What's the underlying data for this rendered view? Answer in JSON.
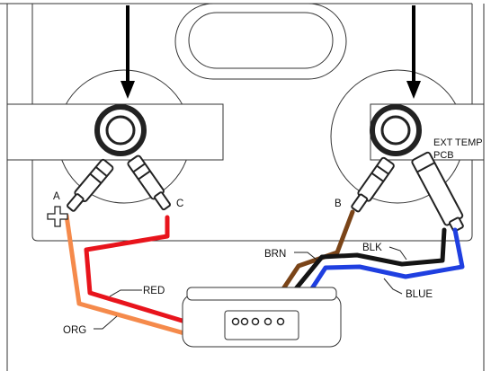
{
  "terminals": {
    "a": "A",
    "c": "C",
    "b": "B"
  },
  "pcb_label": {
    "line1": "EXT TEMP",
    "line2": "PCB"
  },
  "wire_labels": {
    "red": "RED",
    "org": "ORG",
    "brn": "BRN",
    "blk": "BLK",
    "blue": "BLUE"
  },
  "colors": {
    "red_wire": "#e8141c",
    "orange_wire": "#f58a4b",
    "brown_wire": "#7a4418",
    "black_wire": "#141414",
    "blue_wire": "#1f3fe0"
  }
}
